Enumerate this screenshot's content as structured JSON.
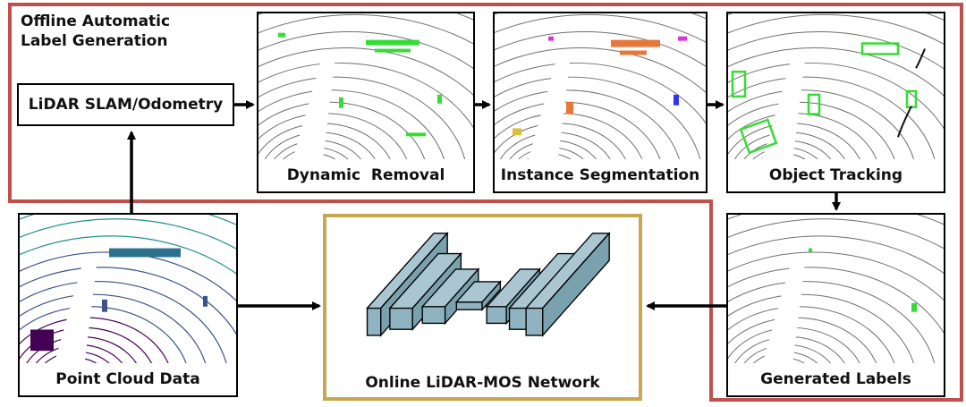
{
  "colors": {
    "region_outline": "#c0504d",
    "network_outline": "#c8a84e",
    "network_block": "#8fb3c0",
    "scan_lines": "#6e6e6e",
    "dynamic_points": "#33dd33",
    "instance_orange": "#e8753a",
    "instance_magenta": "#dd33dd",
    "instance_blue": "#3333ee",
    "height_map": [
      "#440154",
      "#3b528b",
      "#21918c",
      "#5ec962",
      "#fde725"
    ]
  },
  "region": {
    "title": "Offline Automatic\nLabel Generation"
  },
  "slam": {
    "label": "LiDAR SLAM/Odometry"
  },
  "panels": {
    "dynamic_removal": {
      "caption": "Dynamic  Removal"
    },
    "instance_segmentation": {
      "caption": "Instance Segmentation"
    },
    "object_tracking": {
      "caption": "Object Tracking"
    },
    "generated_labels": {
      "caption": "Generated Labels"
    },
    "point_cloud": {
      "caption": "Point Cloud Data"
    }
  },
  "network": {
    "caption": "Online LiDAR-MOS Network"
  }
}
